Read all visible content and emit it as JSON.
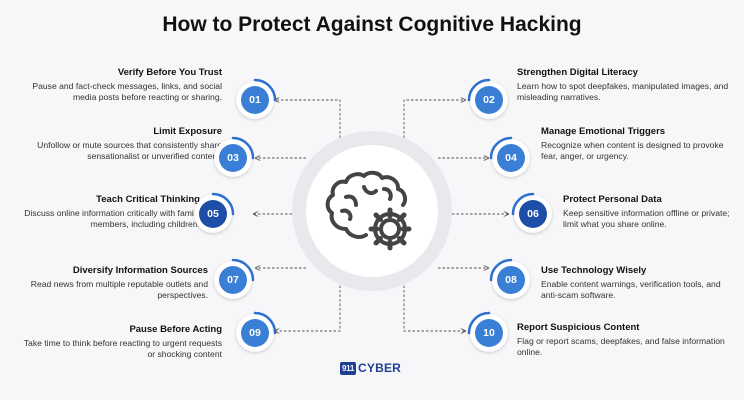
{
  "title": "How to Protect Against Cognitive Hacking",
  "items": [
    {
      "num": "01",
      "title": "Verify Before You Trust",
      "text": "Pause and fact-check messages, links, and social media posts before reacting or sharing."
    },
    {
      "num": "02",
      "title": "Strengthen Digital Literacy",
      "text": "Learn how to spot deepfakes, manipulated images, and misleading narratives."
    },
    {
      "num": "03",
      "title": "Limit Exposure",
      "text": "Unfollow or mute sources that consistently share sensationalist or unverified content."
    },
    {
      "num": "04",
      "title": "Manage Emotional Triggers",
      "text": "Recognize when content is designed to provoke fear, anger, or urgency."
    },
    {
      "num": "05",
      "title": "Teach Critical Thinking",
      "text": "Discuss online information critically with family members, including children."
    },
    {
      "num": "06",
      "title": "Protect Personal Data",
      "text": "Keep sensitive information offline or private; limit what you share online."
    },
    {
      "num": "07",
      "title": "Diversify Information Sources",
      "text": "Read news from multiple reputable outlets and perspectives."
    },
    {
      "num": "08",
      "title": "Use Technology Wisely",
      "text": "Enable content warnings, verification tools, and anti-scam software."
    },
    {
      "num": "09",
      "title": "Pause Before Acting",
      "text": "Take time to think before reacting to urgent requests or shocking content"
    },
    {
      "num": "10",
      "title": "Report Suspicious Content",
      "text": "Flag or report scams, deepfakes, and false information online."
    }
  ],
  "colors": {
    "badge_light": "#3a7fd6",
    "badge_dark": "#1d4fa8",
    "arc": "#2e6fd0",
    "connector": "#555555"
  },
  "icons": {
    "hub": "brain-gear-icon"
  },
  "logo": {
    "mark": "911",
    "word": "CYBER"
  }
}
